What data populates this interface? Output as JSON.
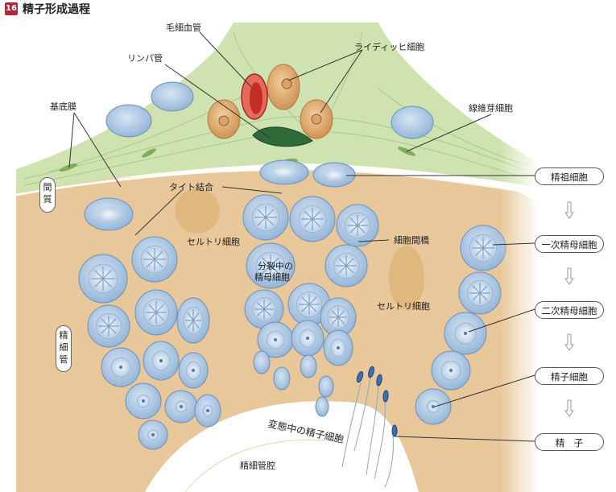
{
  "figure": {
    "number": "16",
    "title": "精子形成過程"
  },
  "labels": {
    "capillary": "毛細血管",
    "lymph": "リンパ管",
    "leydig": "ライディッヒ細胞",
    "basement": "基底膜",
    "fibroblast": "線維芽細胞",
    "tight_junction": "タイト結合",
    "sertoli_1": "セルトリ細胞",
    "dividing_1": "分裂中の",
    "dividing_2": "精母細胞",
    "bridge": "細胞間橋",
    "sertoli_2": "セルトリ細胞",
    "transforming": "変態中の精子細胞",
    "lumen": "精細管腔"
  },
  "regions": {
    "interstitium": [
      "間",
      "質"
    ],
    "tubule": [
      "精",
      "細",
      "管"
    ]
  },
  "stages": [
    "精祖細胞",
    "一次精母細胞",
    "二次精母細胞",
    "精子細胞",
    "精　子"
  ],
  "colors": {
    "interstitium": "#cfe3b0",
    "sertoli": "#e8c79a",
    "cell_fill": "#bcd3ea",
    "cell_edge": "#6d8fb8",
    "nucleus": "#dbe8f5",
    "leydig": "#e7b27a",
    "capillary": "#d9453a",
    "lymph": "#2f6b3a",
    "badge": "#b3263a"
  }
}
